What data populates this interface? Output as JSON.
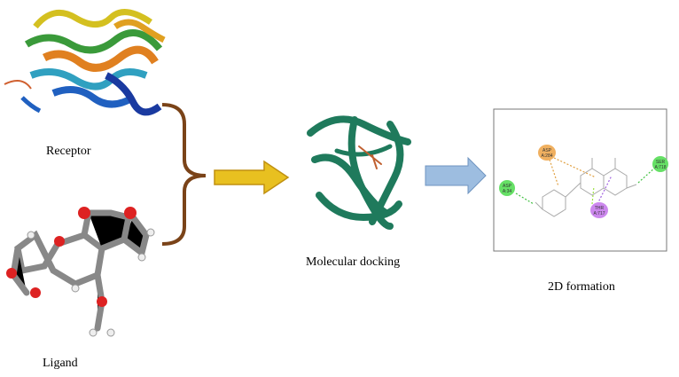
{
  "labels": {
    "receptor": "Receptor",
    "ligand": "Ligand",
    "docking": "Molecular docking",
    "formation": "2D formation"
  },
  "interactions": [
    {
      "residue": "ASP",
      "id": "A:284",
      "color": "#f0b060"
    },
    {
      "residue": "ASP",
      "id": "A:34",
      "color": "#66e066"
    },
    {
      "residue": "THR",
      "id": "A:717",
      "color": "#cc88ee"
    },
    {
      "residue": "SER",
      "id": "A:718",
      "color": "#66e066"
    }
  ],
  "colors": {
    "brace": "#7a4318",
    "yellow_arrow": "#e8c020",
    "blue_arrow": "#9dbde0",
    "docking_protein": "#1f7a5c"
  }
}
